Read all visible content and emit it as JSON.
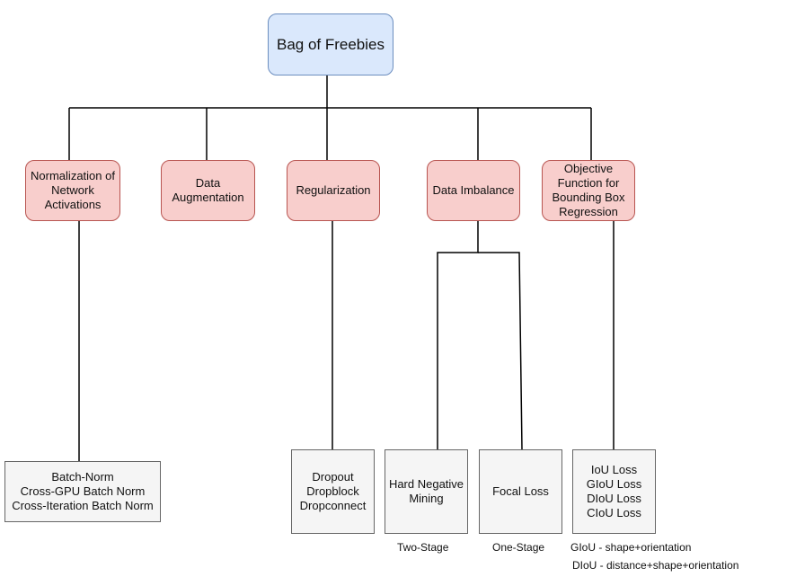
{
  "root": {
    "label": "Bag of Freebies"
  },
  "categories": [
    "Normalization of\nNetwork\nActivations",
    "Data\nAugmentation",
    "Regularization",
    "Data Imbalance",
    "Objective\nFunction for\nBounding Box\nRegression"
  ],
  "leaves": {
    "normalization": "Batch-Norm\nCross-GPU Batch Norm\nCross-Iteration Batch Norm",
    "regularization": "Dropout\nDropblock\nDropconnect",
    "hard_negative": "Hard Negative\nMining",
    "focal_loss": "Focal Loss",
    "losses": "IoU Loss\nGIoU Loss\nDIoU Loss\nCIoU Loss"
  },
  "captions": {
    "two_stage": "Two-Stage",
    "one_stage": "One-Stage",
    "giou_note": "GIoU - shape+orientation",
    "diou_note": "DIoU - distance+shape+orientation"
  }
}
